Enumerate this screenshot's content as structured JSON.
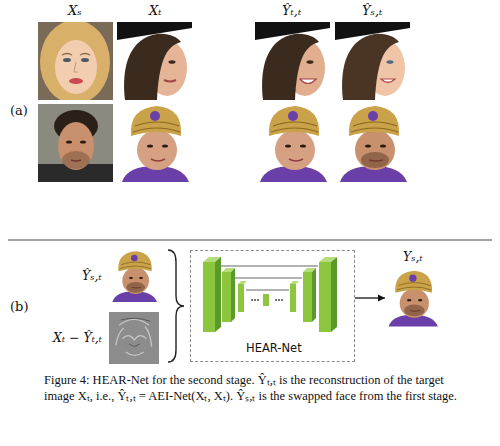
{
  "diagram": {
    "caption": "Figure 4: HEAR-Net for the second stage. Ŷₜ,ₜ is the reconstruction of the target image Xₜ, i.e., Ŷₜ,ₜ = AEI-Net(Xₜ, Xₜ). Ŷₛ,ₜ is the swapped face from the first stage.",
    "nodes": [
      {
        "text": [
          "Ŷₛ,ₜ"
        ]
      },
      {
        "text": [
          "Xₜ − Ŷₜ,ₜ"
        ]
      },
      {
        "text": [
          "HEAR-Net"
        ]
      },
      {
        "text": [
          "Yₛ,ₜ"
        ]
      }
    ],
    "edges": [
      {
        "from": 2,
        "to": 3,
        "arrow": "to"
      }
    ],
    "labels": [
      "Xₛ",
      "Xₜ",
      "Ŷₜ,ₜ",
      "Ŷₛ,ₜ",
      "(a)",
      "(b)"
    ]
  }
}
